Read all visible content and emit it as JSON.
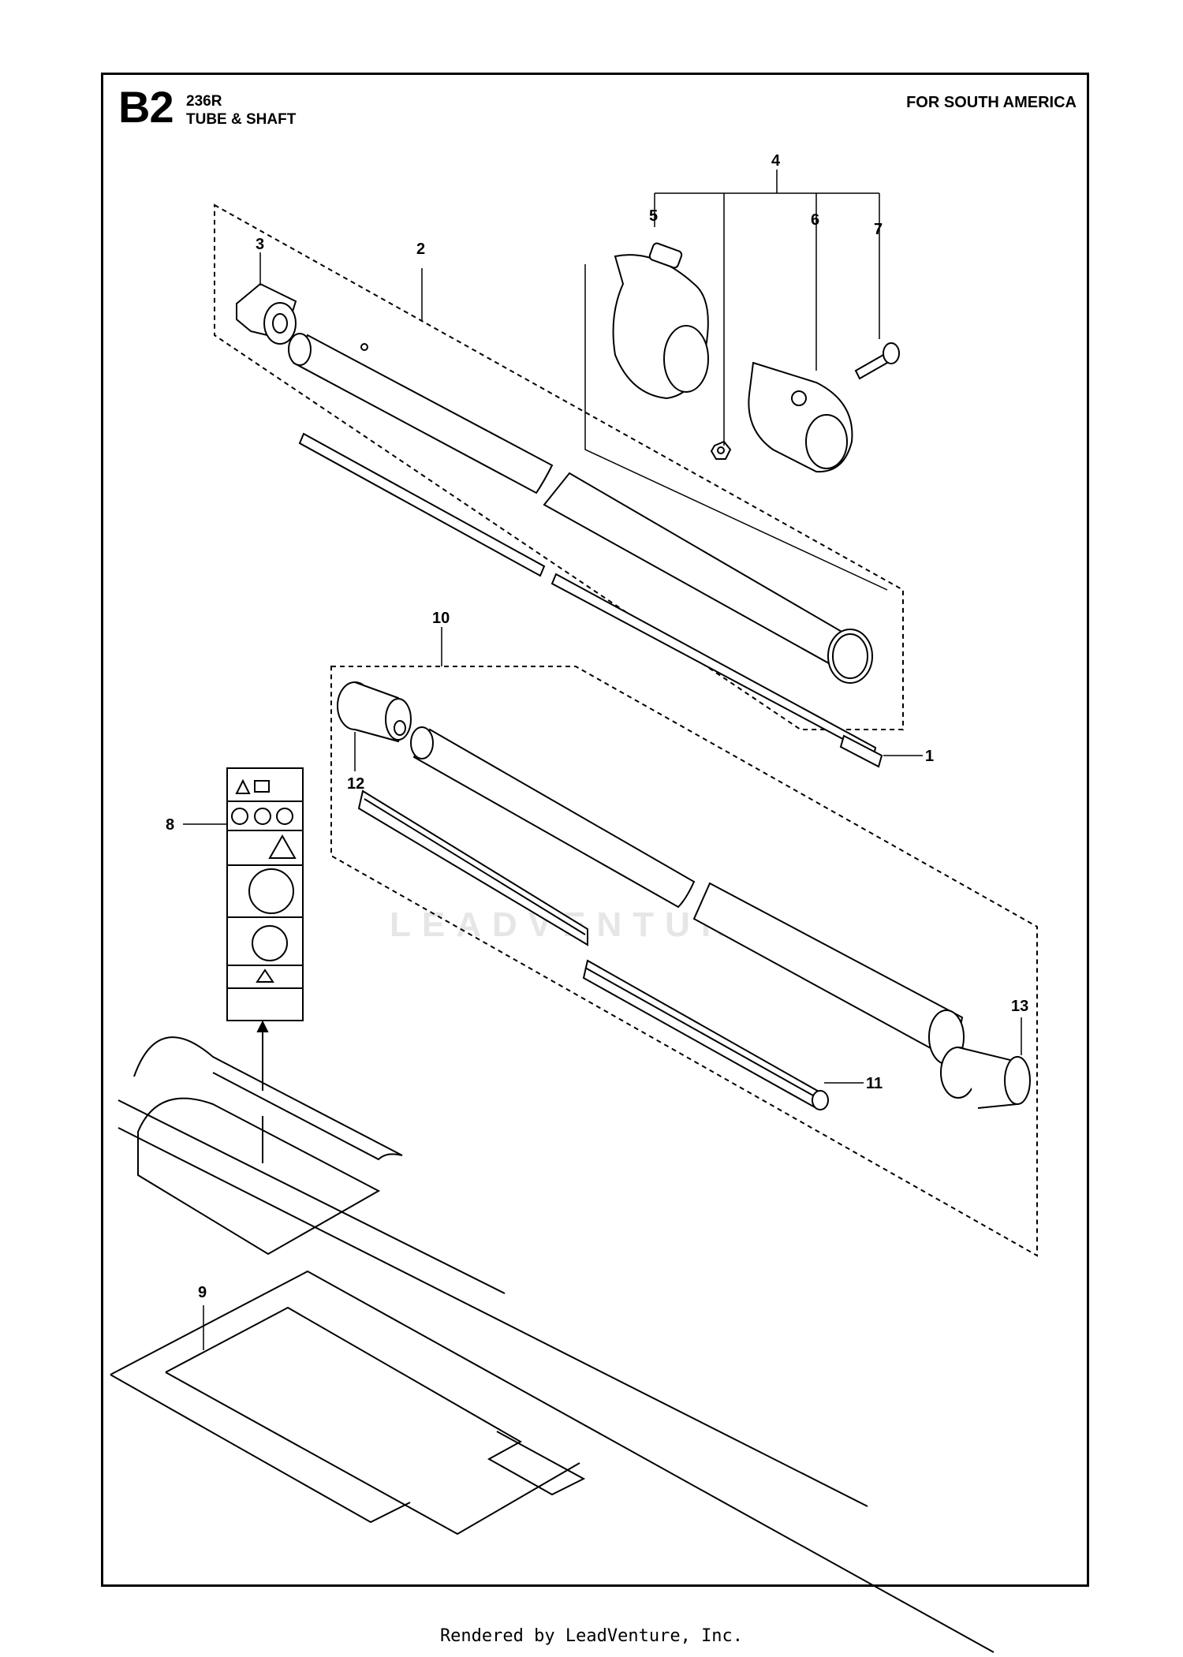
{
  "header": {
    "section_code": "B2",
    "model": "236R",
    "title": "TUBE & SHAFT",
    "region": "FOR SOUTH AMERICA"
  },
  "callouts": [
    "1",
    "2",
    "3",
    "4",
    "5",
    "6",
    "7",
    "8",
    "9",
    "10",
    "11",
    "12",
    "13"
  ],
  "watermark": "LEADVENTURE",
  "footer": "Rendered by LeadVenture, Inc."
}
